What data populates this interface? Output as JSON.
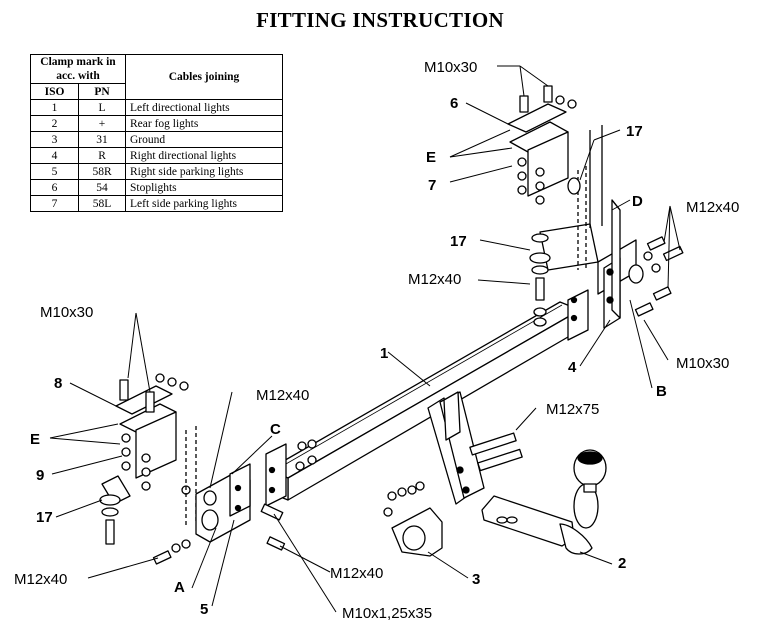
{
  "title": "FITTING INSTRUCTION",
  "legend": {
    "header_clamp": "Clamp mark in acc. with",
    "header_iso": "ISO",
    "header_pn": "PN",
    "header_cables": "Cables joining",
    "rows": [
      {
        "iso": "1",
        "pn": "L",
        "cable": "Left directional lights"
      },
      {
        "iso": "2",
        "pn": "+",
        "cable": "Rear fog lights"
      },
      {
        "iso": "3",
        "pn": "31",
        "cable": "Ground"
      },
      {
        "iso": "4",
        "pn": "R",
        "cable": "Right directional lights"
      },
      {
        "iso": "5",
        "pn": "58R",
        "cable": "Right side parking lights"
      },
      {
        "iso": "6",
        "pn": "54",
        "cable": "Stoplights"
      },
      {
        "iso": "7",
        "pn": "58L",
        "cable": "Left side parking lights"
      }
    ]
  },
  "callouts": {
    "m10x30_top": "M10x30",
    "n6": "6",
    "e_top": "E",
    "n7": "7",
    "n17_top": "17",
    "d": "D",
    "m12x40_right": "M12x40",
    "n17_mid": "17",
    "m12x40_mid": "M12x40",
    "m10x30_left": "M10x30",
    "n1": "1",
    "n4": "4",
    "m10x30_right": "M10x30",
    "b": "B",
    "n8": "8",
    "m12x40_left": "M12x40",
    "c": "C",
    "e_left": "E",
    "m12x75": "M12x75",
    "n9": "9",
    "n17_left": "17",
    "m12x40_bottom": "M12x40",
    "m12x40_center": "M12x40",
    "n2": "2",
    "a": "A",
    "n3": "3",
    "n5": "5",
    "m10x125x35": "M10x1,25x35"
  }
}
